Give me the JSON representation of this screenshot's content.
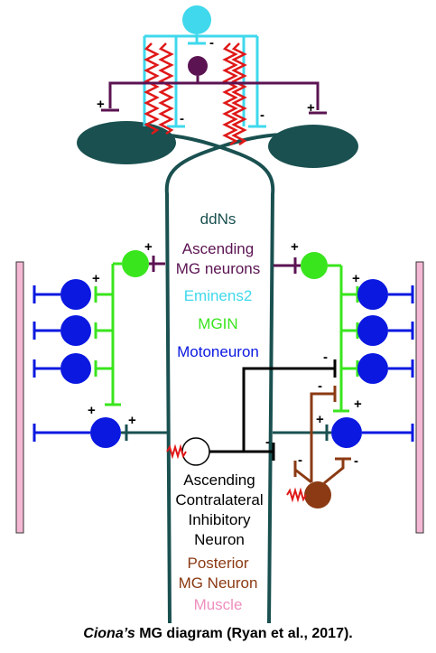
{
  "legend": {
    "ddns": "ddNs",
    "ascending_mg_neurons_line1": "Ascending",
    "ascending_mg_neurons_line2": "MG neurons",
    "eminens2": "Eminens2",
    "mgin": "MGIN",
    "motoneuron": "Motoneuron",
    "posterior_mg_line1": "Posterior",
    "posterior_mg_line2": "MG Neuron",
    "muscle": "Muscle"
  },
  "acin_label": {
    "line1": "Ascending",
    "line2": "Contralateral",
    "line3": "Inhibitory",
    "line4": "Neuron"
  },
  "signs": {
    "plus": "+",
    "minus": "-"
  },
  "caption": {
    "italic": "Ciona’s",
    "rest": " MG diagram (Ryan et al., 2017)."
  },
  "colors": {
    "ddns": "#1a5050",
    "ascending_mg": "#5b1352",
    "eminens2": "#3fd8ec",
    "mgin": "#39e51d",
    "motoneuron": "#0a18e0",
    "posterior_mg": "#8b3a13",
    "muscle": "#ef8fbf",
    "acin": "#000000",
    "spring": "#e01818"
  }
}
